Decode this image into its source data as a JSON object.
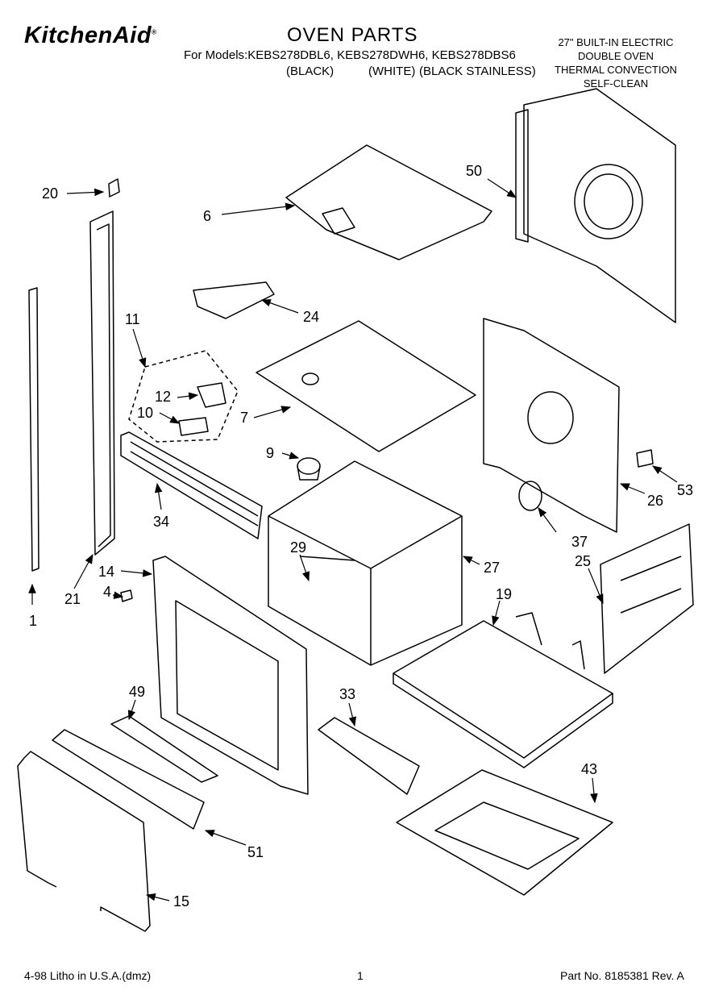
{
  "header": {
    "brand": "KitchenAid",
    "brand_mark": "®",
    "title": "OVEN PARTS",
    "models_line": "For Models:KEBS278DBL6, KEBS278DWH6, KEBS278DBS6",
    "color_black": "(BLACK)",
    "color_white": "(WHITE)",
    "color_stainless": "(BLACK STAINLESS)",
    "spec_lines": [
      "27\" BUILT-IN ELECTRIC",
      "DOUBLE OVEN",
      "THERMAL CONVECTION",
      "SELF-CLEAN"
    ]
  },
  "callouts": [
    "20",
    "6",
    "50",
    "24",
    "11",
    "12",
    "10",
    "7",
    "9",
    "34",
    "53",
    "26",
    "37",
    "25",
    "27",
    "29",
    "14",
    "4",
    "21",
    "1",
    "19",
    "49",
    "33",
    "43",
    "51",
    "15"
  ],
  "footer": {
    "litho": "4-98 Litho in U.S.A.(dmz)",
    "page": "1",
    "part_no": "Part No. 8185381 Rev. A"
  }
}
